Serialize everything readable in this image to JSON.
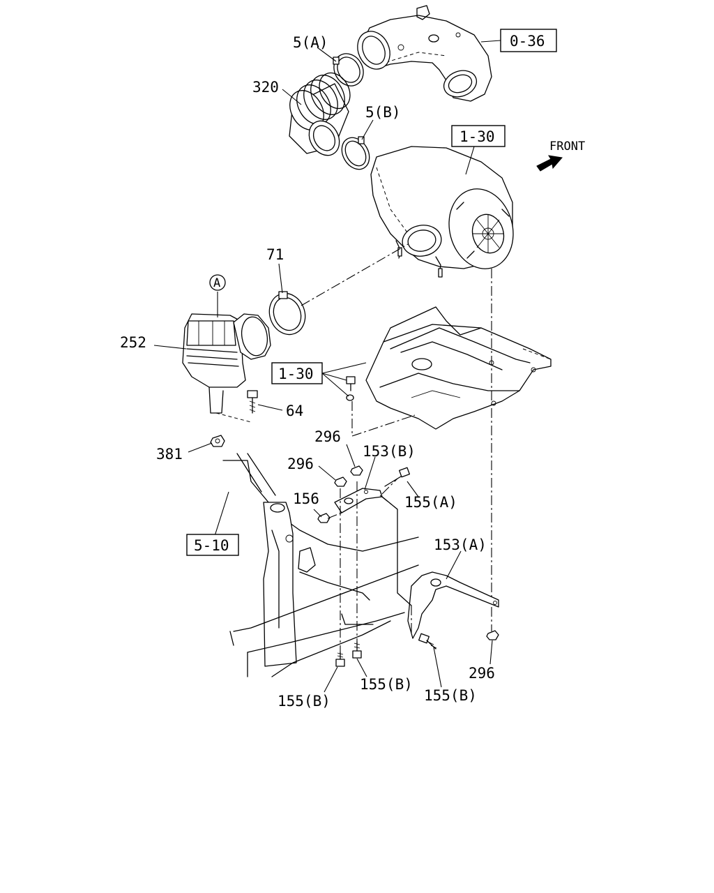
{
  "direction": {
    "label": "FRONT"
  },
  "references": [
    {
      "id": "ref-0-36",
      "text": "0-36"
    },
    {
      "id": "ref-1-30-top",
      "text": "1-30"
    },
    {
      "id": "ref-1-30-mid",
      "text": "1-30"
    },
    {
      "id": "ref-5-10",
      "text": "5-10"
    }
  ],
  "callouts": {
    "a": "A"
  },
  "parts": [
    {
      "id": "p-5a",
      "text": "5(A)"
    },
    {
      "id": "p-320",
      "text": "320"
    },
    {
      "id": "p-5b",
      "text": "5(B)"
    },
    {
      "id": "p-71",
      "text": "71"
    },
    {
      "id": "p-252",
      "text": "252"
    },
    {
      "id": "p-64",
      "text": "64"
    },
    {
      "id": "p-381",
      "text": "381"
    },
    {
      "id": "p-296-a",
      "text": "296"
    },
    {
      "id": "p-296-b",
      "text": "296"
    },
    {
      "id": "p-153b",
      "text": "153(B)"
    },
    {
      "id": "p-155a",
      "text": "155(A)"
    },
    {
      "id": "p-156",
      "text": "156"
    },
    {
      "id": "p-153a",
      "text": "153(A)"
    },
    {
      "id": "p-296-c",
      "text": "296"
    },
    {
      "id": "p-155b-1",
      "text": "155(B)"
    },
    {
      "id": "p-155b-2",
      "text": "155(B)"
    },
    {
      "id": "p-155b-3",
      "text": "155(B)"
    }
  ]
}
